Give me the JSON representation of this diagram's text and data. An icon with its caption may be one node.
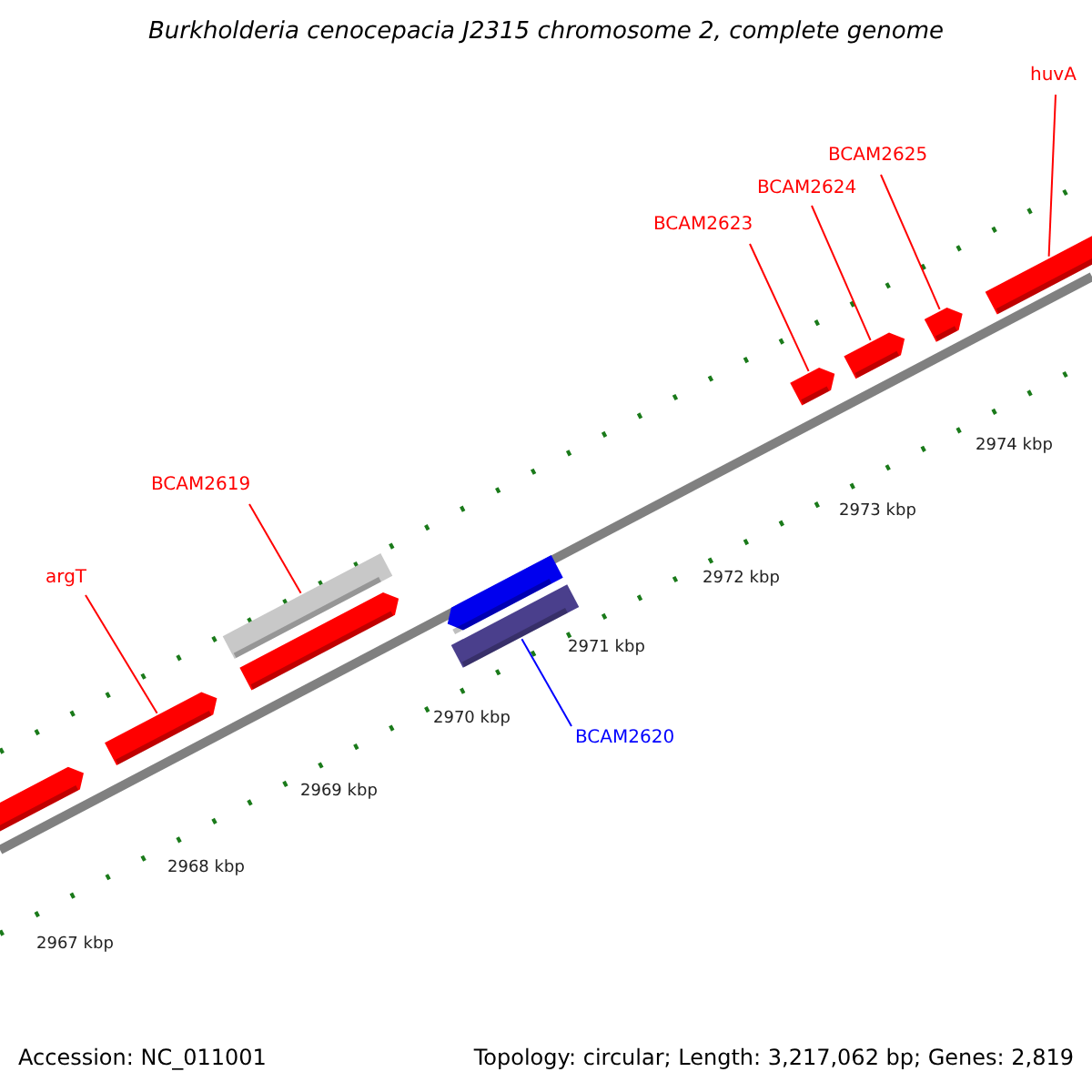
{
  "diagram": {
    "title": "Burkholderia cenocepacia J2315 chromosome 2, complete genome",
    "nodes": [
      {
        "text": [
          "argT"
        ]
      },
      {
        "text": [
          "BCAM2619"
        ]
      },
      {
        "text": [
          "BCAM2620"
        ]
      },
      {
        "text": [
          "BCAM2623"
        ]
      },
      {
        "text": [
          "BCAM2624"
        ]
      },
      {
        "text": [
          "BCAM2625"
        ]
      },
      {
        "text": [
          "huvA"
        ]
      },
      {
        "text": [],
        "shape": "arrow"
      },
      {
        "text": [],
        "shape": "arrow"
      },
      {
        "text": [],
        "shape": "bar"
      },
      {
        "text": [],
        "shape": "arrow"
      },
      {
        "text": [],
        "shape": "arrow"
      },
      {
        "text": [],
        "shape": "bar"
      },
      {
        "text": [],
        "shape": "arrow"
      },
      {
        "text": [],
        "shape": "arrow"
      },
      {
        "text": [],
        "shape": "arrow"
      },
      {
        "text": [],
        "shape": "arrow"
      }
    ],
    "edges": [
      {
        "from": 0,
        "to": 8,
        "arrow": "none"
      },
      {
        "from": 1,
        "to": 9,
        "arrow": "none"
      },
      {
        "from": 2,
        "to": 12,
        "arrow": "none",
        "color": "#0000ff"
      },
      {
        "from": 3,
        "to": 13,
        "arrow": "none"
      },
      {
        "from": 4,
        "to": 14,
        "arrow": "none"
      },
      {
        "from": 5,
        "to": 15,
        "arrow": "none"
      },
      {
        "from": 6,
        "to": 16,
        "arrow": "none"
      }
    ],
    "labels": [
      "2967 kbp",
      "2968 kbp",
      "2969 kbp",
      "2970 kbp",
      "2971 kbp",
      "2972 kbp",
      "2973 kbp",
      "2974 kbp",
      "Accession: NC_011001",
      "Topology: circular; Length: 3,217,062 bp; Genes: 2,819"
    ]
  }
}
